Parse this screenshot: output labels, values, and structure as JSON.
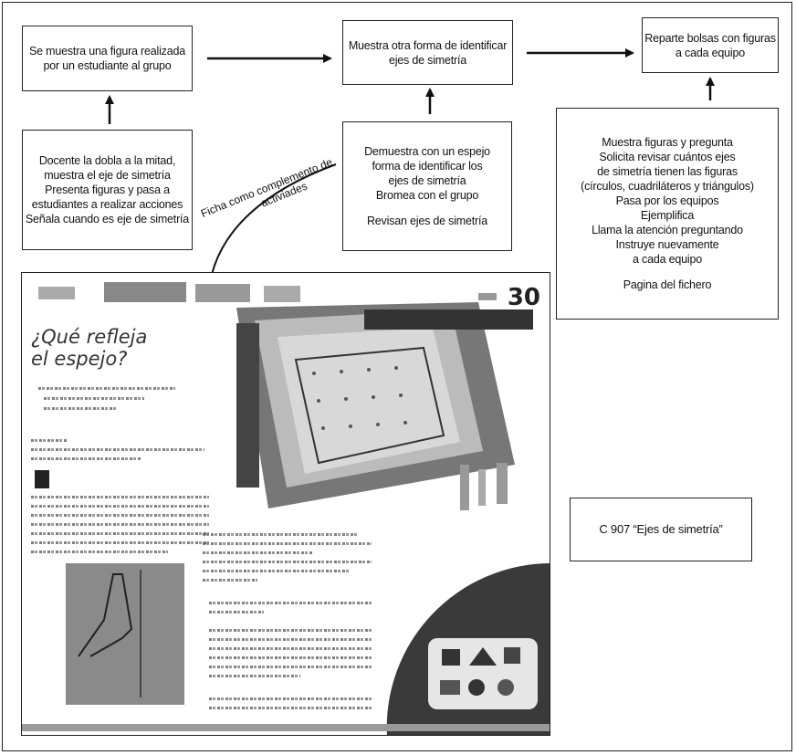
{
  "boxes": {
    "b1": [
      "Se muestra una figura realizada",
      "por un estudiante al grupo"
    ],
    "b2": [
      "Muestra otra forma de identificar",
      "ejes de simetría"
    ],
    "b3": [
      "Reparte bolsas con figuras",
      "a cada equipo"
    ],
    "b4": [
      "Docente la dobla a la mitad,",
      "muestra el eje de simetría",
      "Presenta figuras y pasa a",
      "estudiantes a realizar acciones",
      "Señala cuando es eje de simetría"
    ],
    "b5": [
      "Demuestra con un espejo",
      "forma de identificar los",
      "ejes de simetría",
      "Bromea con el grupo",
      "",
      "Revisan ejes de simetría"
    ],
    "b6": [
      "Muestra figuras y pregunta",
      "Solicita revisar cuántos ejes",
      "de simetría tienen las figuras",
      "(círculos, cuadriláteros y triángulos)",
      "Pasa por los equipos",
      "Ejemplifica",
      "Llama la atención preguntando",
      "Instruye nuevamente",
      "a cada equipo",
      "",
      "Pagina del fichero"
    ]
  },
  "note": [
    "Ficha como complemento de",
    "activiades"
  ],
  "page_image": {
    "number": "30",
    "title": [
      "¿Qué refleja",
      "el espejo?"
    ]
  },
  "code_box": "C 907 “Ejes de simetría”"
}
